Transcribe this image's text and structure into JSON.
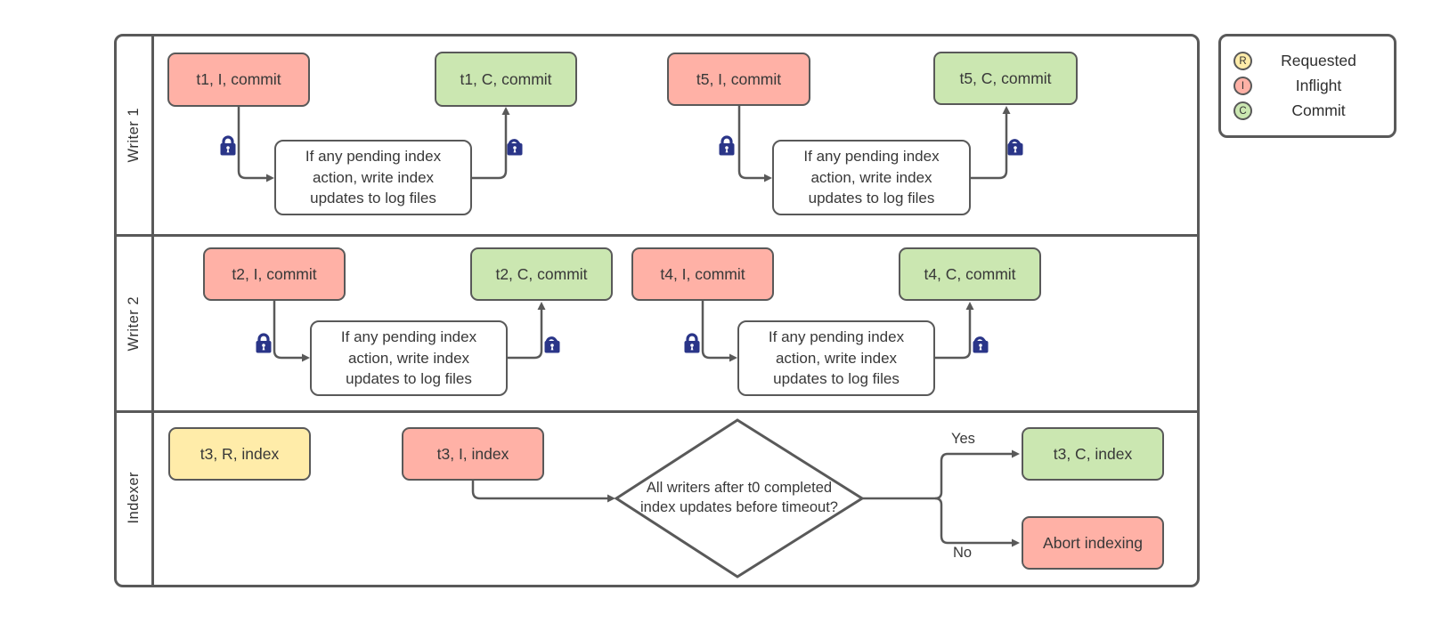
{
  "diagram": {
    "lanes": [
      {
        "id": "writer1",
        "label": "Writer 1",
        "nodes": [
          {
            "id": "t1-inflight",
            "label": "t1, I, commit",
            "state": "inflight"
          },
          {
            "id": "t1-commit",
            "label": "t1, C, commit",
            "state": "commit"
          },
          {
            "id": "t5-inflight",
            "label": "t5, I, commit",
            "state": "inflight"
          },
          {
            "id": "t5-commit",
            "label": "t5, C, commit",
            "state": "commit"
          }
        ]
      },
      {
        "id": "writer2",
        "label": "Writer 2",
        "nodes": [
          {
            "id": "t2-inflight",
            "label": "t2, I, commit",
            "state": "inflight"
          },
          {
            "id": "t2-commit",
            "label": "t2, C, commit",
            "state": "commit"
          },
          {
            "id": "t4-inflight",
            "label": "t4, I, commit",
            "state": "inflight"
          },
          {
            "id": "t4-commit",
            "label": "t4, C, commit",
            "state": "commit"
          }
        ]
      },
      {
        "id": "indexer",
        "label": "Indexer",
        "nodes": [
          {
            "id": "t3-requested",
            "label": "t3, R, index",
            "state": "requested"
          },
          {
            "id": "t3-inflight",
            "label": "t3, I, index",
            "state": "inflight"
          },
          {
            "id": "t3-commit",
            "label": "t3, C, index",
            "state": "commit"
          },
          {
            "id": "abort",
            "label": "Abort indexing",
            "state": "inflight"
          }
        ]
      }
    ],
    "process_note": "If any pending index action, write index updates to log files",
    "decision": {
      "question": "All writers after t0 completed index updates before timeout?",
      "yes_label": "Yes",
      "no_label": "No"
    },
    "legend": [
      {
        "letter": "R",
        "label": "Requested",
        "state": "requested"
      },
      {
        "letter": "I",
        "label": "Inflight",
        "state": "inflight"
      },
      {
        "letter": "C",
        "label": "Commit",
        "state": "commit"
      }
    ]
  },
  "colors": {
    "requested": "#ffeca9",
    "inflight": "#ffb1a6",
    "commit": "#cbe7b1",
    "stroke": "#595959",
    "lock": "#2a3588"
  }
}
